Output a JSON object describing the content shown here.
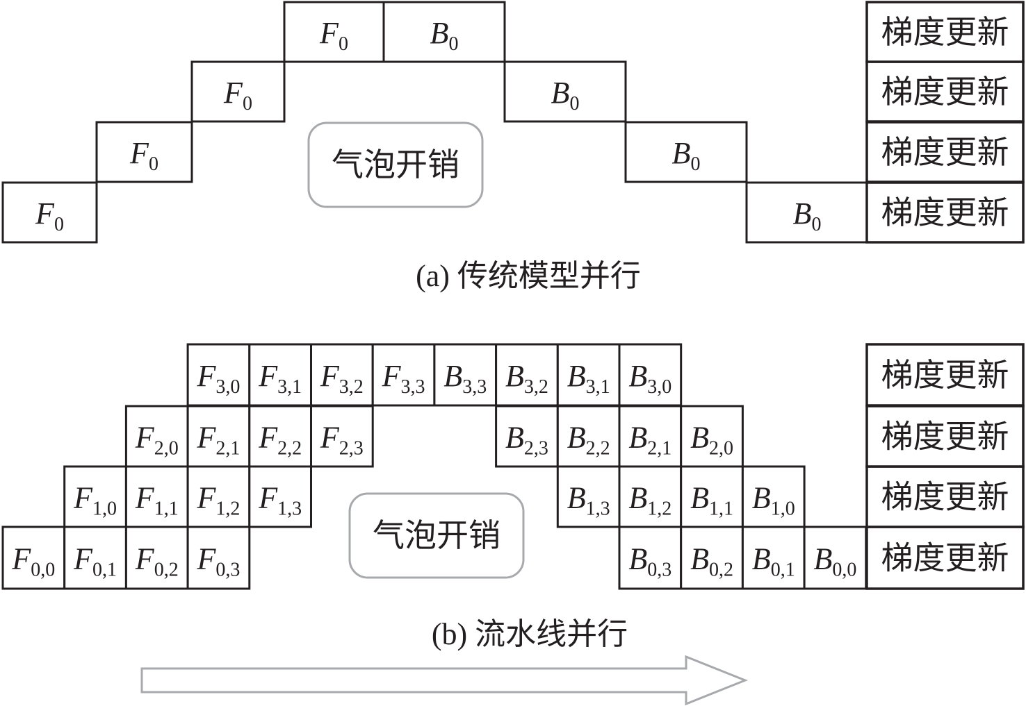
{
  "diagram": {
    "a": {
      "caption": "(a) 传统模型并行",
      "bubble_label": "气泡开销",
      "update_label": "梯度更新",
      "devices": 4,
      "cells": [
        {
          "device": 0,
          "slot": 0,
          "letter": "F",
          "sub": "0"
        },
        {
          "device": 1,
          "slot": 1,
          "letter": "F",
          "sub": "0"
        },
        {
          "device": 2,
          "slot": 2,
          "letter": "F",
          "sub": "0"
        },
        {
          "device": 3,
          "slot": 3,
          "letter": "F",
          "sub": "0"
        },
        {
          "device": 3,
          "slot": 4,
          "letter": "B",
          "sub": "0"
        },
        {
          "device": 2,
          "slot": 5,
          "letter": "B",
          "sub": "0"
        },
        {
          "device": 1,
          "slot": 6,
          "letter": "B",
          "sub": "0"
        },
        {
          "device": 0,
          "slot": 7,
          "letter": "B",
          "sub": "0"
        }
      ]
    },
    "b": {
      "caption": "(b) 流水线并行",
      "bubble_label": "气泡开销",
      "update_label": "梯度更新",
      "devices": 4,
      "micro_batches": 4,
      "cells": [
        {
          "device": 3,
          "slot": 3,
          "letter": "F",
          "sub": "3,0"
        },
        {
          "device": 3,
          "slot": 4,
          "letter": "F",
          "sub": "3,1"
        },
        {
          "device": 3,
          "slot": 5,
          "letter": "F",
          "sub": "3,2"
        },
        {
          "device": 3,
          "slot": 6,
          "letter": "F",
          "sub": "3,3"
        },
        {
          "device": 3,
          "slot": 7,
          "letter": "B",
          "sub": "3,3"
        },
        {
          "device": 3,
          "slot": 8,
          "letter": "B",
          "sub": "3,2"
        },
        {
          "device": 3,
          "slot": 9,
          "letter": "B",
          "sub": "3,1"
        },
        {
          "device": 3,
          "slot": 10,
          "letter": "B",
          "sub": "3,0"
        },
        {
          "device": 2,
          "slot": 2,
          "letter": "F",
          "sub": "2,0"
        },
        {
          "device": 2,
          "slot": 3,
          "letter": "F",
          "sub": "2,1"
        },
        {
          "device": 2,
          "slot": 4,
          "letter": "F",
          "sub": "2,2"
        },
        {
          "device": 2,
          "slot": 5,
          "letter": "F",
          "sub": "2,3"
        },
        {
          "device": 2,
          "slot": 8,
          "letter": "B",
          "sub": "2,3"
        },
        {
          "device": 2,
          "slot": 9,
          "letter": "B",
          "sub": "2,2"
        },
        {
          "device": 2,
          "slot": 10,
          "letter": "B",
          "sub": "2,1"
        },
        {
          "device": 2,
          "slot": 11,
          "letter": "B",
          "sub": "2,0"
        },
        {
          "device": 1,
          "slot": 1,
          "letter": "F",
          "sub": "1,0"
        },
        {
          "device": 1,
          "slot": 2,
          "letter": "F",
          "sub": "1,1"
        },
        {
          "device": 1,
          "slot": 3,
          "letter": "F",
          "sub": "1,2"
        },
        {
          "device": 1,
          "slot": 4,
          "letter": "F",
          "sub": "1,3"
        },
        {
          "device": 1,
          "slot": 9,
          "letter": "B",
          "sub": "1,3"
        },
        {
          "device": 1,
          "slot": 10,
          "letter": "B",
          "sub": "1,2"
        },
        {
          "device": 1,
          "slot": 11,
          "letter": "B",
          "sub": "1,1"
        },
        {
          "device": 1,
          "slot": 12,
          "letter": "B",
          "sub": "1,0"
        },
        {
          "device": 0,
          "slot": 0,
          "letter": "F",
          "sub": "0,0"
        },
        {
          "device": 0,
          "slot": 1,
          "letter": "F",
          "sub": "0,1"
        },
        {
          "device": 0,
          "slot": 2,
          "letter": "F",
          "sub": "0,2"
        },
        {
          "device": 0,
          "slot": 3,
          "letter": "F",
          "sub": "0,3"
        },
        {
          "device": 0,
          "slot": 10,
          "letter": "B",
          "sub": "0,3"
        },
        {
          "device": 0,
          "slot": 11,
          "letter": "B",
          "sub": "0,2"
        },
        {
          "device": 0,
          "slot": 12,
          "letter": "B",
          "sub": "0,1"
        },
        {
          "device": 0,
          "slot": 13,
          "letter": "B",
          "sub": "0,0"
        }
      ]
    },
    "time_arrow": "time-direction-arrow"
  }
}
